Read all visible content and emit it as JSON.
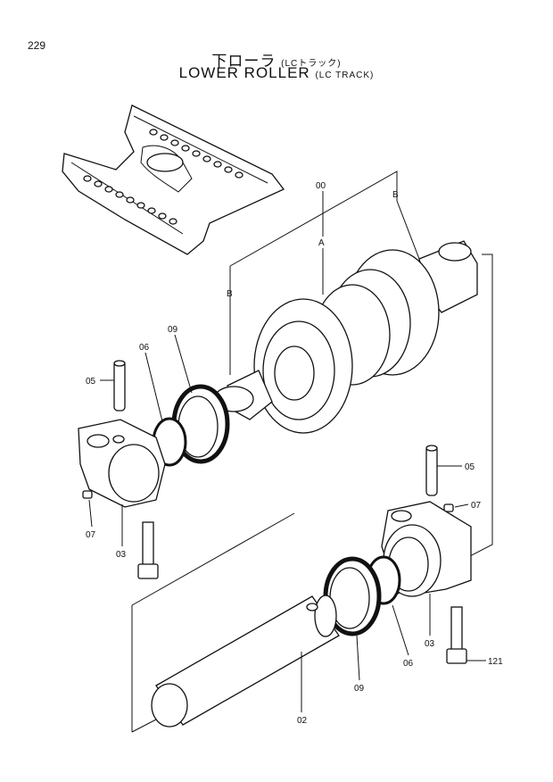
{
  "page_number": "229",
  "title_jp": "下ローラ",
  "title_jp_sub": "(LCトラック)",
  "title_en": "LOWER ROLLER",
  "title_en_sub": "(LC TRACK)",
  "callouts": {
    "c00": "00",
    "cA": "A",
    "cB_top": "B",
    "cB_left": "B",
    "c09_top": "09",
    "c06_top": "06",
    "c05_left": "05",
    "c07_left": "07",
    "c03_left": "03",
    "c05_right": "05",
    "c07_right": "07",
    "c03_right": "03",
    "c06_bottom": "06",
    "c09_bottom": "09",
    "c02": "02",
    "c121": "121"
  }
}
